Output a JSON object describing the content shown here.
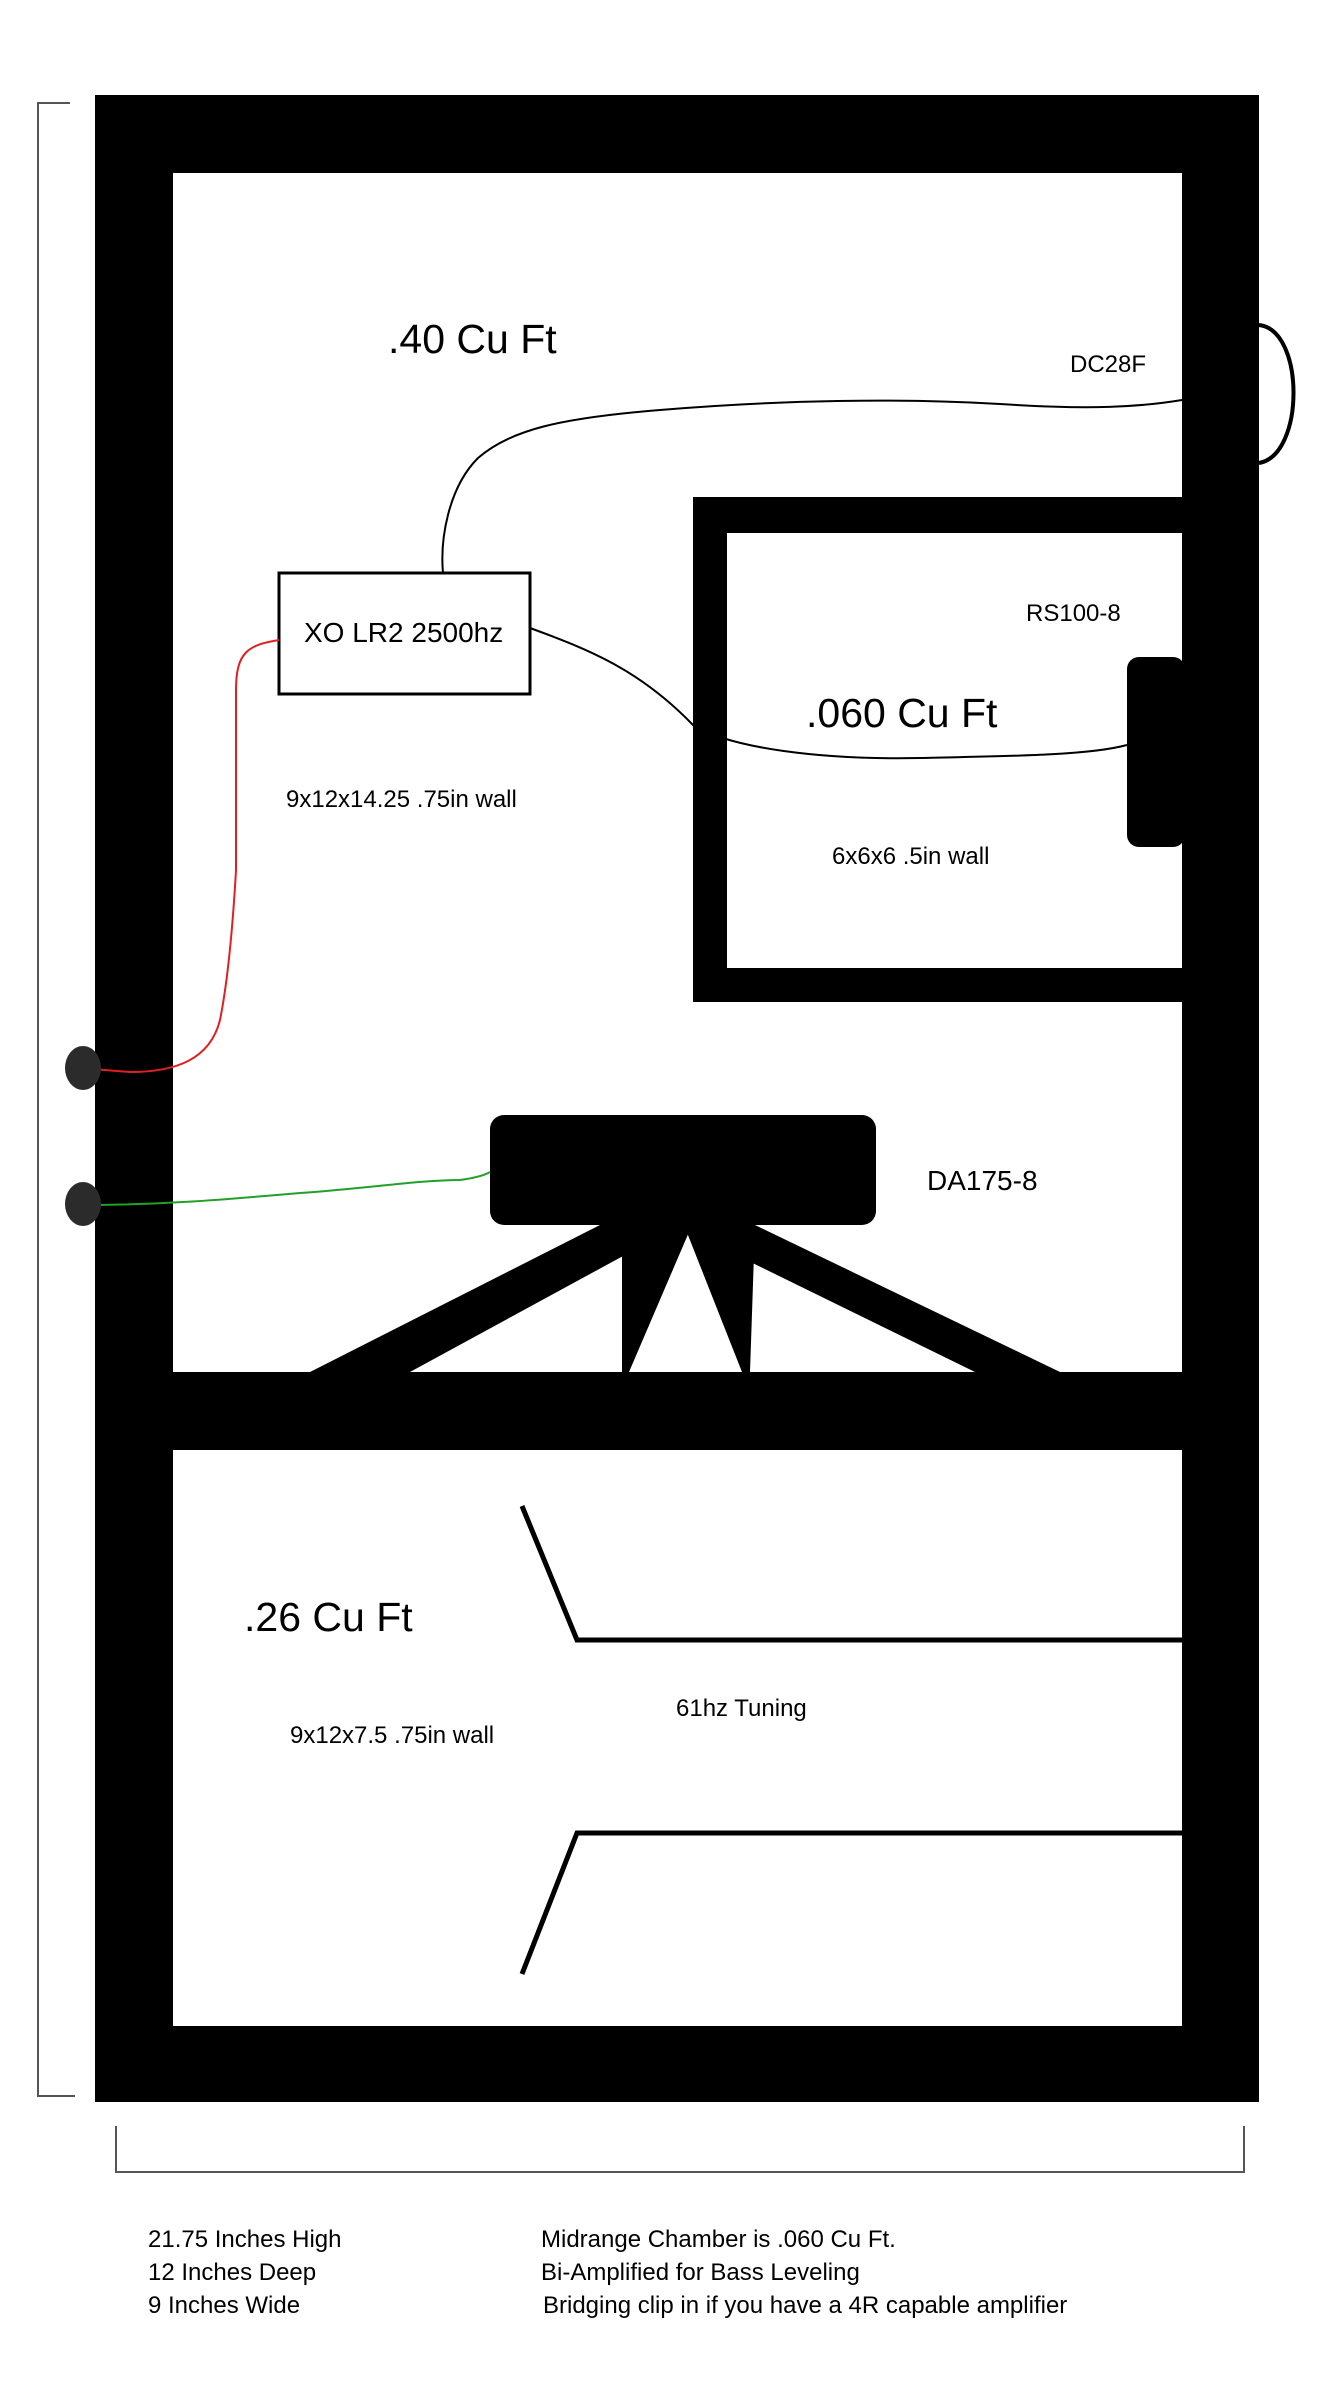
{
  "colors": {
    "wall": "#000000",
    "background": "#ffffff",
    "positive_wire": "#e02020",
    "negative_wire": "#22a02a",
    "signal_wire": "#000000",
    "terminal": "#2b2b2b"
  },
  "upper_chamber": {
    "volume": ".40 Cu Ft",
    "dimensions": "9x12x14.25 .75in wall"
  },
  "tweeter": {
    "model": "DC28F"
  },
  "crossover": {
    "label": "XO LR2 2500hz"
  },
  "midrange_chamber": {
    "model": "RS100-8",
    "volume": ".060 Cu Ft",
    "dimensions": "6x6x6 .5in wall"
  },
  "woofer": {
    "model": "DA175-8"
  },
  "lower_chamber": {
    "volume": ".26 Cu Ft",
    "dimensions": "9x12x7.5 .75in wall",
    "port_tuning": "61hz Tuning"
  },
  "notes_left": [
    "21.75 Inches High",
    "12 Inches Deep",
    "9 Inches Wide"
  ],
  "notes_right": [
    "Midrange Chamber is .060 Cu Ft.",
    "Bi-Amplified for Bass Leveling",
    "Bridging clip in if you have a 4R capable amplifier"
  ]
}
